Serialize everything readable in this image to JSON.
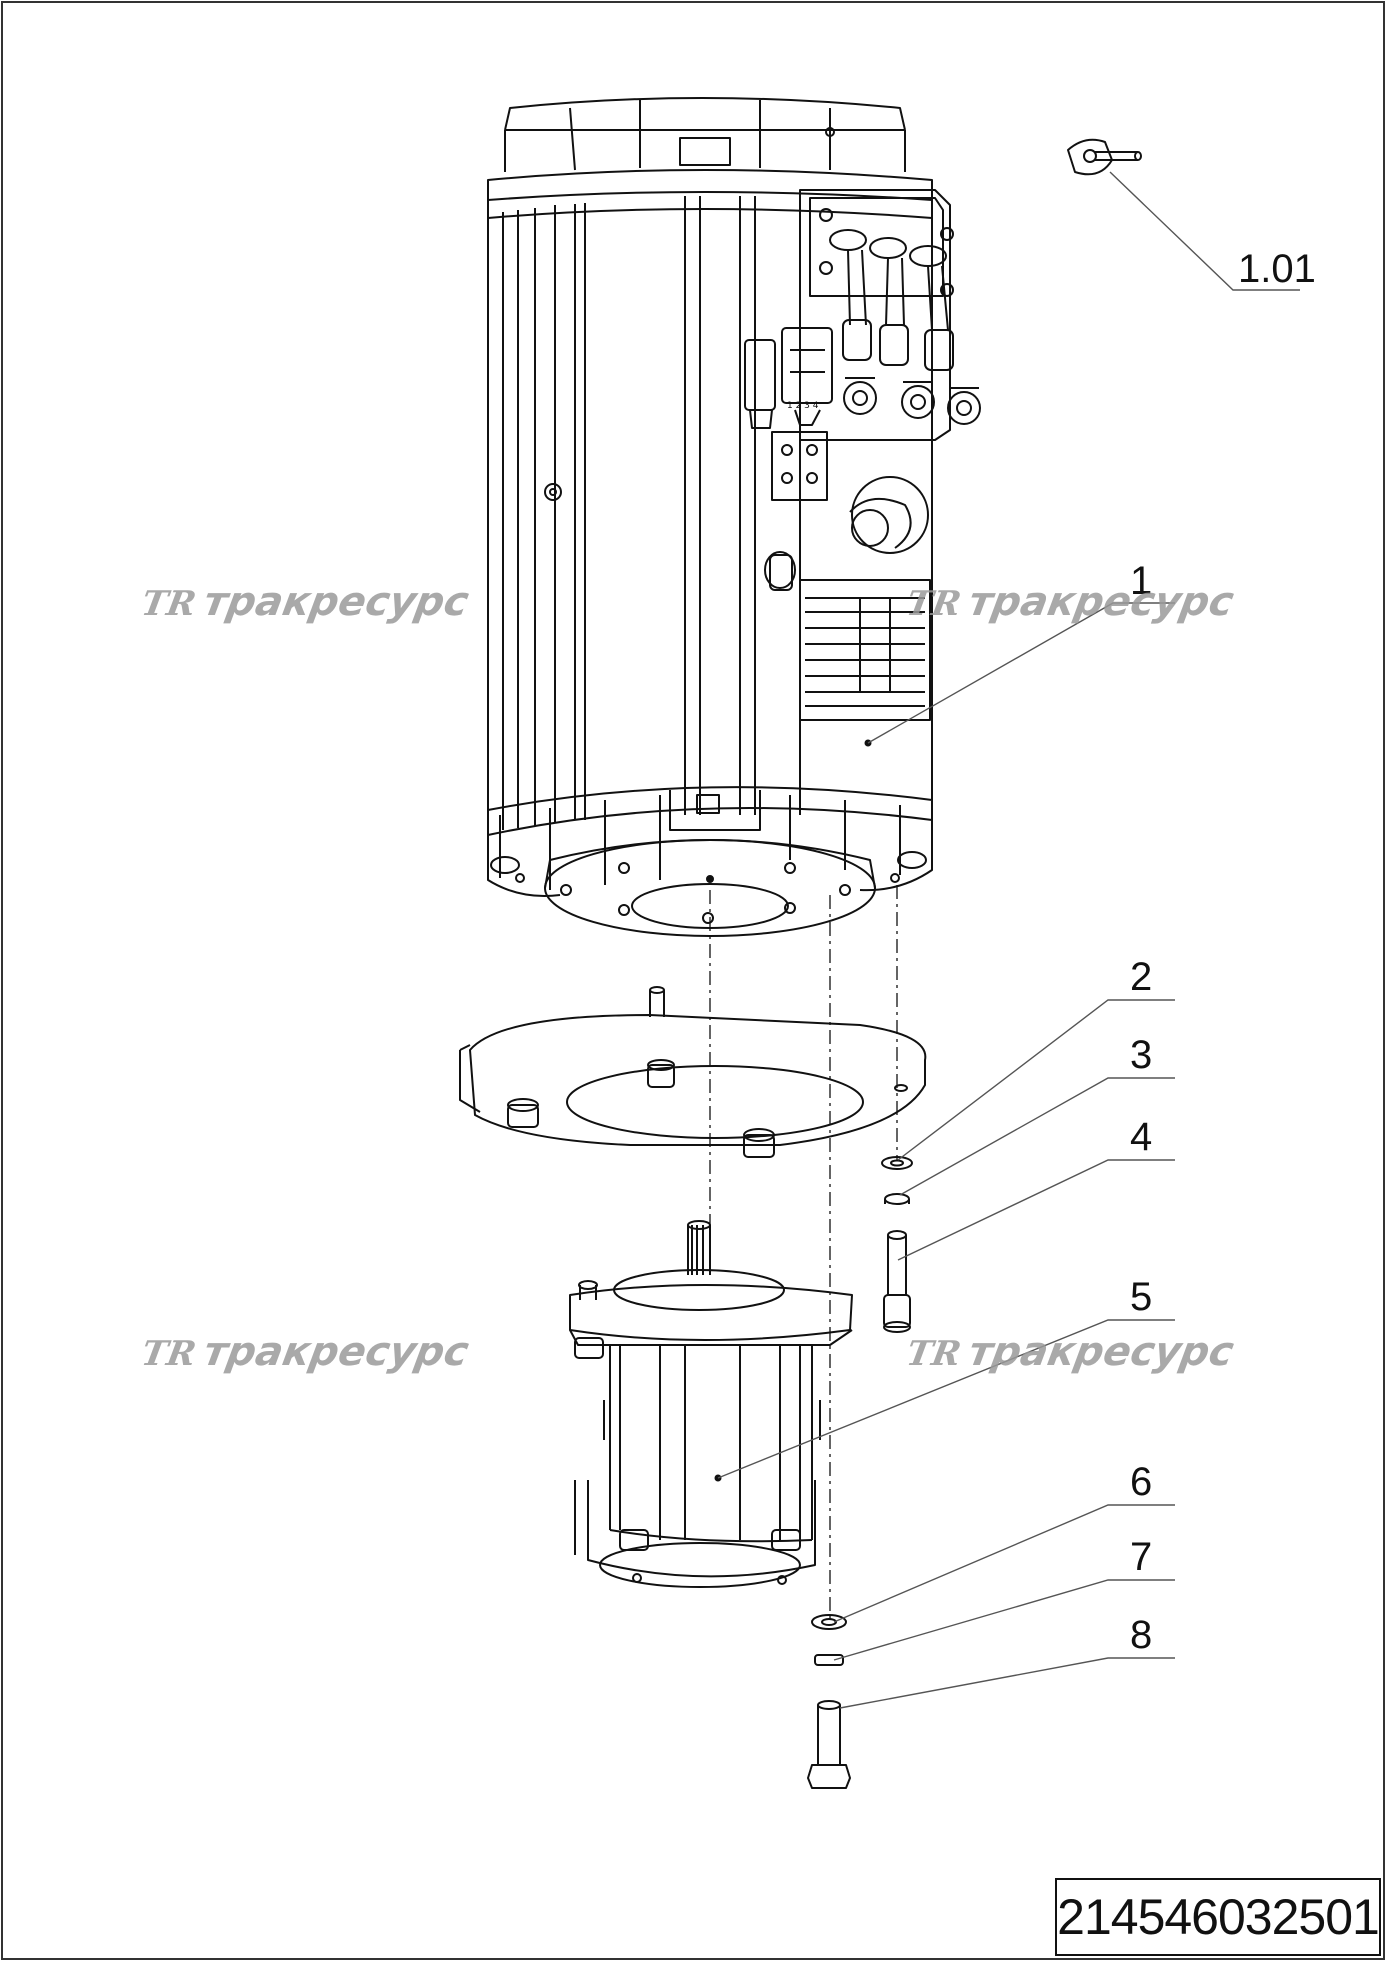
{
  "callouts": [
    {
      "id": "1.01",
      "label": "1.01"
    },
    {
      "id": "1",
      "label": "1"
    },
    {
      "id": "2",
      "label": "2"
    },
    {
      "id": "3",
      "label": "3"
    },
    {
      "id": "4",
      "label": "4"
    },
    {
      "id": "5",
      "label": "5"
    },
    {
      "id": "6",
      "label": "6"
    },
    {
      "id": "7",
      "label": "7"
    },
    {
      "id": "8",
      "label": "8"
    }
  ],
  "watermark": {
    "logo": "TR",
    "text": "тракресурс"
  },
  "terminal_numbers": "1 2 3 4",
  "part_number": "214546032501",
  "colors": {
    "line": "#111111",
    "watermark": "#9a9a9a",
    "background": "#ffffff"
  }
}
